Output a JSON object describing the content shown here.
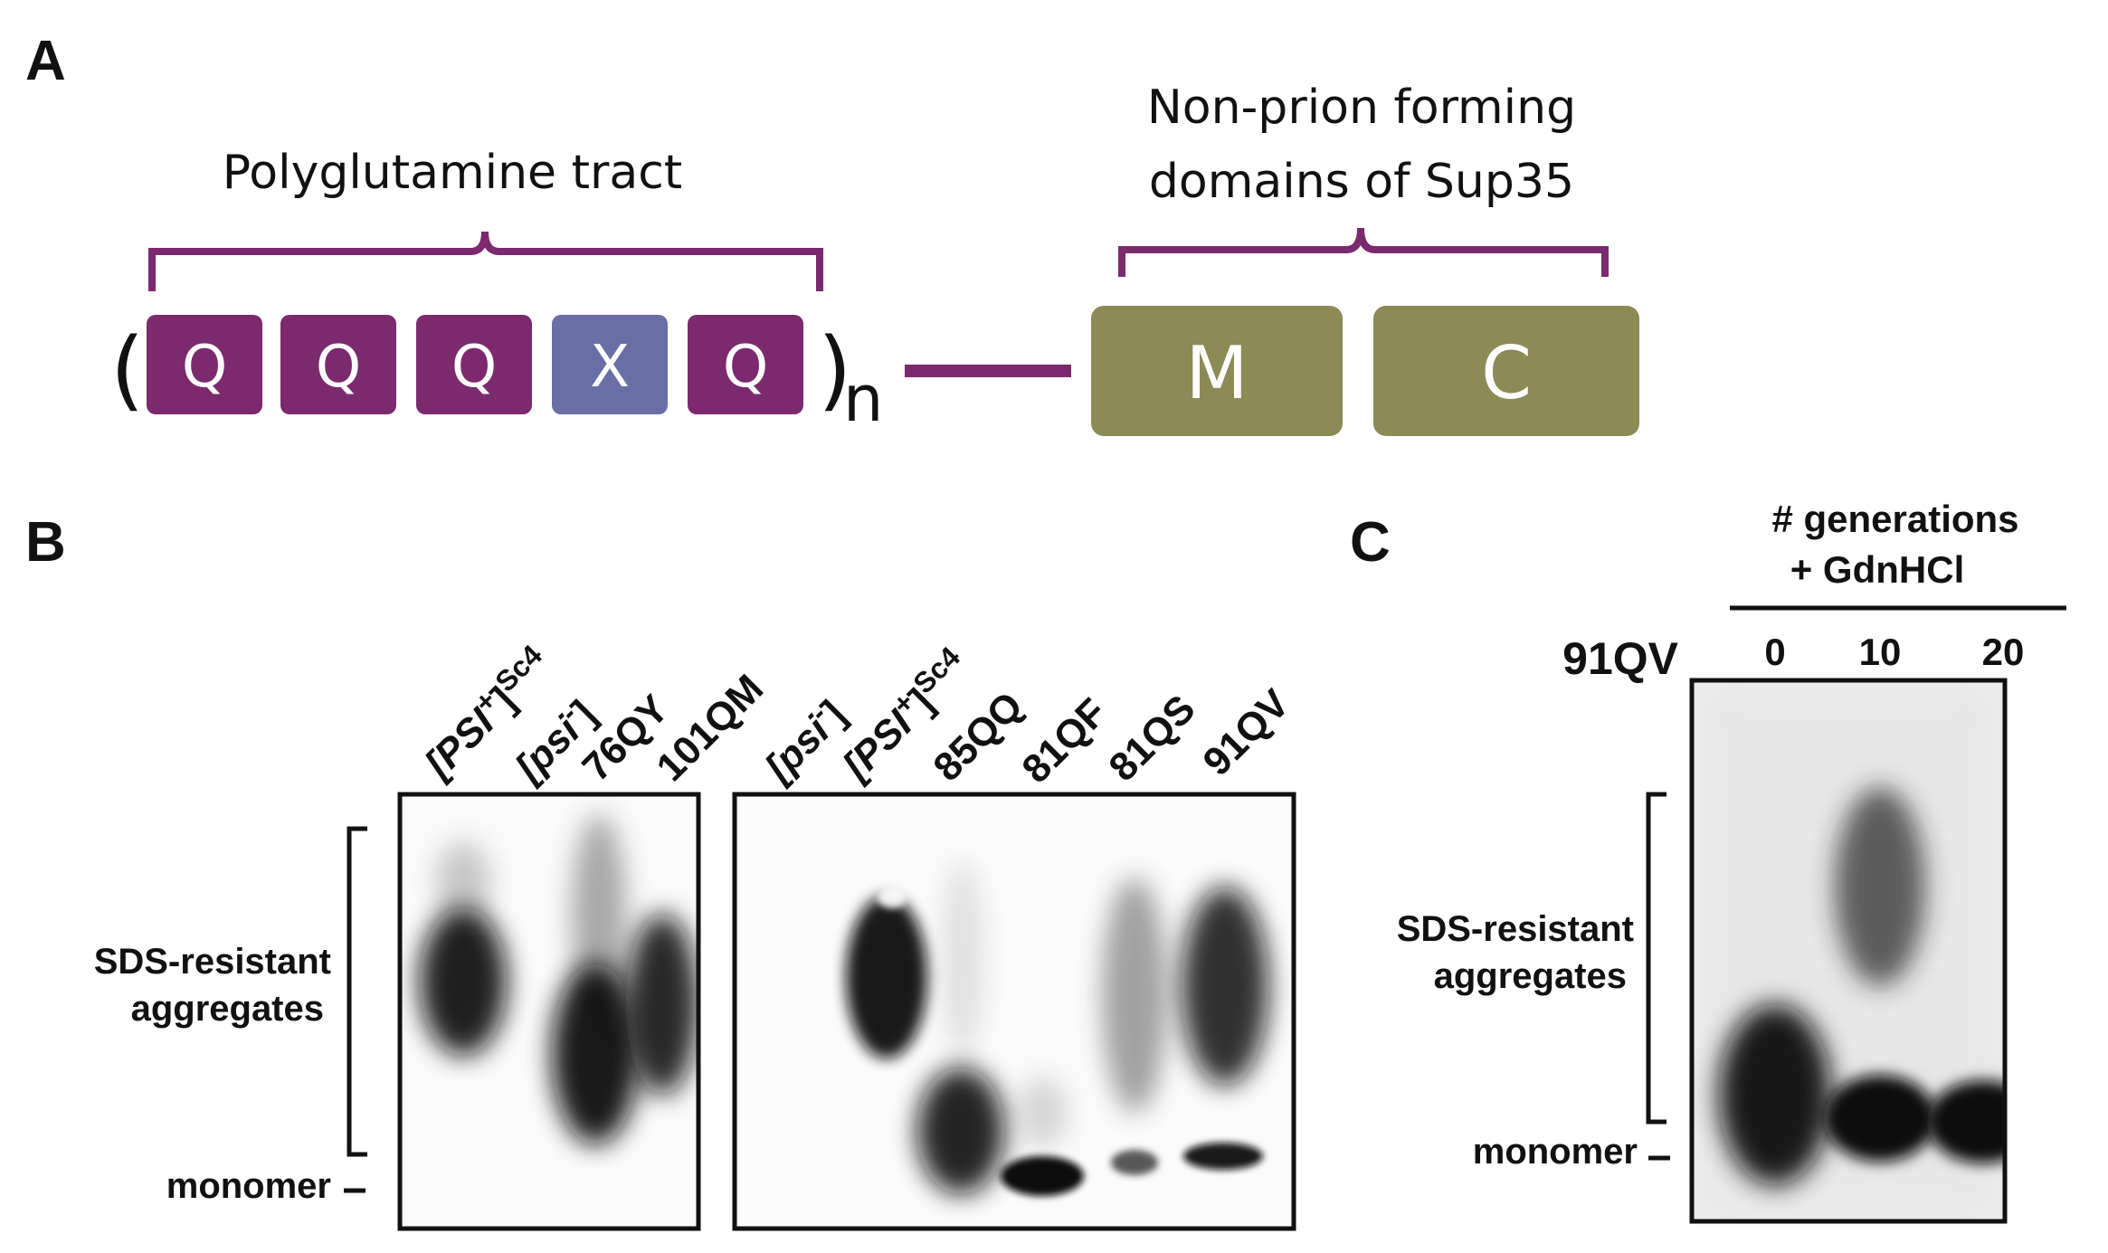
{
  "panels": {
    "a": "A",
    "b": "B",
    "c": "C"
  },
  "panel_a": {
    "tract_label": "Polyglutamine tract",
    "sup35_label_line1": "Non-prion forming",
    "sup35_label_line2": "domains of Sup35",
    "open_paren": "(",
    "close_paren": ")",
    "subscript": "n",
    "residues": [
      "Q",
      "Q",
      "Q",
      "X",
      "Q"
    ],
    "domains": [
      "M",
      "C"
    ],
    "colors": {
      "q": "#7b2a6e",
      "x": "#6a6ea6",
      "domain": "#8c8a55",
      "bracket": "#7b2a6e"
    }
  },
  "panel_b": {
    "lanes_left": [
      {
        "base": "[PSI",
        "sup": "+",
        "close": "]",
        "tail": "Sc4",
        "italic": true
      },
      {
        "base": "[psi",
        "sup": "-",
        "close": "]",
        "tail": "",
        "italic": true
      },
      {
        "base": "76QY",
        "sup": "",
        "close": "",
        "tail": "",
        "italic": false
      },
      {
        "base": "101QM",
        "sup": "",
        "close": "",
        "tail": "",
        "italic": false
      }
    ],
    "lanes_right": [
      {
        "base": "[psi",
        "sup": "-",
        "close": "]",
        "tail": "",
        "italic": true
      },
      {
        "base": "[PSI",
        "sup": "+",
        "close": "]",
        "tail": "Sc4",
        "italic": true
      },
      {
        "base": "85QQ",
        "sup": "",
        "close": "",
        "tail": "",
        "italic": false
      },
      {
        "base": "81QF",
        "sup": "",
        "close": "",
        "tail": "",
        "italic": false
      },
      {
        "base": "81QS",
        "sup": "",
        "close": "",
        "tail": "",
        "italic": false
      },
      {
        "base": "91QV",
        "sup": "",
        "close": "",
        "tail": "",
        "italic": false
      }
    ],
    "aggregates_line1": "SDS-resistant",
    "aggregates_line2": "aggregates",
    "monomer": "monomer"
  },
  "panel_c": {
    "header_line1": "# generations",
    "header_line2": "+ GdnHCl",
    "strain": "91QV",
    "lanes": [
      "0",
      "10",
      "20"
    ],
    "aggregates_line1": "SDS-resistant",
    "aggregates_line2": "aggregates",
    "monomer": "monomer"
  }
}
